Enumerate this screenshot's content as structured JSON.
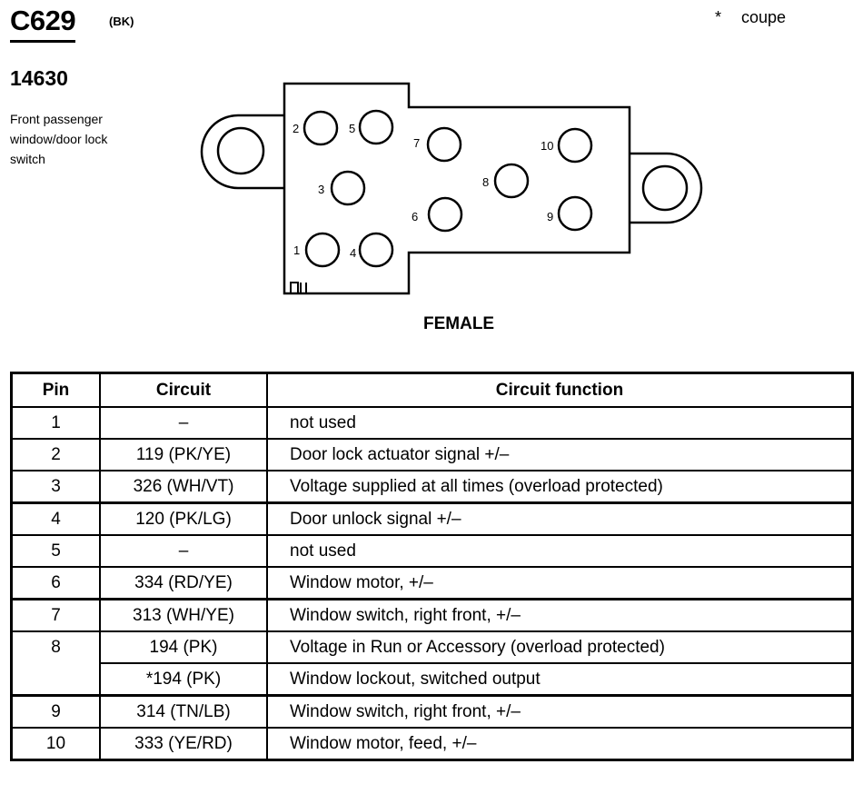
{
  "connector": {
    "id": "C629",
    "color_code": "(BK)",
    "note_marker": "*",
    "note_text": "coupe",
    "part_number": "14630",
    "description_lines": [
      "Front passenger",
      "window/door lock",
      "switch"
    ],
    "gender": "FEMALE"
  },
  "pin_labels": [
    "1",
    "2",
    "3",
    "4",
    "5",
    "6",
    "7",
    "8",
    "9",
    "10"
  ],
  "table": {
    "headers": {
      "pin": "Pin",
      "circuit": "Circuit",
      "function": "Circuit function"
    },
    "rows": [
      {
        "pin": "1",
        "circuit": "–",
        "function": "not used"
      },
      {
        "pin": "2",
        "circuit": "119 (PK/YE)",
        "function": "Door lock actuator signal +/–"
      },
      {
        "pin": "3",
        "circuit": "326 (WH/VT)",
        "function": "Voltage supplied at all times (overload protected)"
      },
      {
        "pin": "4",
        "circuit": "120 (PK/LG)",
        "function": "Door unlock signal +/–"
      },
      {
        "pin": "5",
        "circuit": "–",
        "function": "not used"
      },
      {
        "pin": "6",
        "circuit": "334 (RD/YE)",
        "function": "Window motor, +/–"
      },
      {
        "pin": "7",
        "circuit": "313 (WH/YE)",
        "function": "Window switch, right front, +/–"
      },
      {
        "pin": "8",
        "circuit": "194 (PK)",
        "function": "Voltage in Run or Accessory (overload protected)"
      },
      {
        "pin": "",
        "circuit": "*194 (PK)",
        "function": "Window lockout, switched output"
      },
      {
        "pin": "9",
        "circuit": "314 (TN/LB)",
        "function": "Window switch, right front, +/–"
      },
      {
        "pin": "10",
        "circuit": "333 (YE/RD)",
        "function": "Window motor, feed, +/–"
      }
    ]
  }
}
